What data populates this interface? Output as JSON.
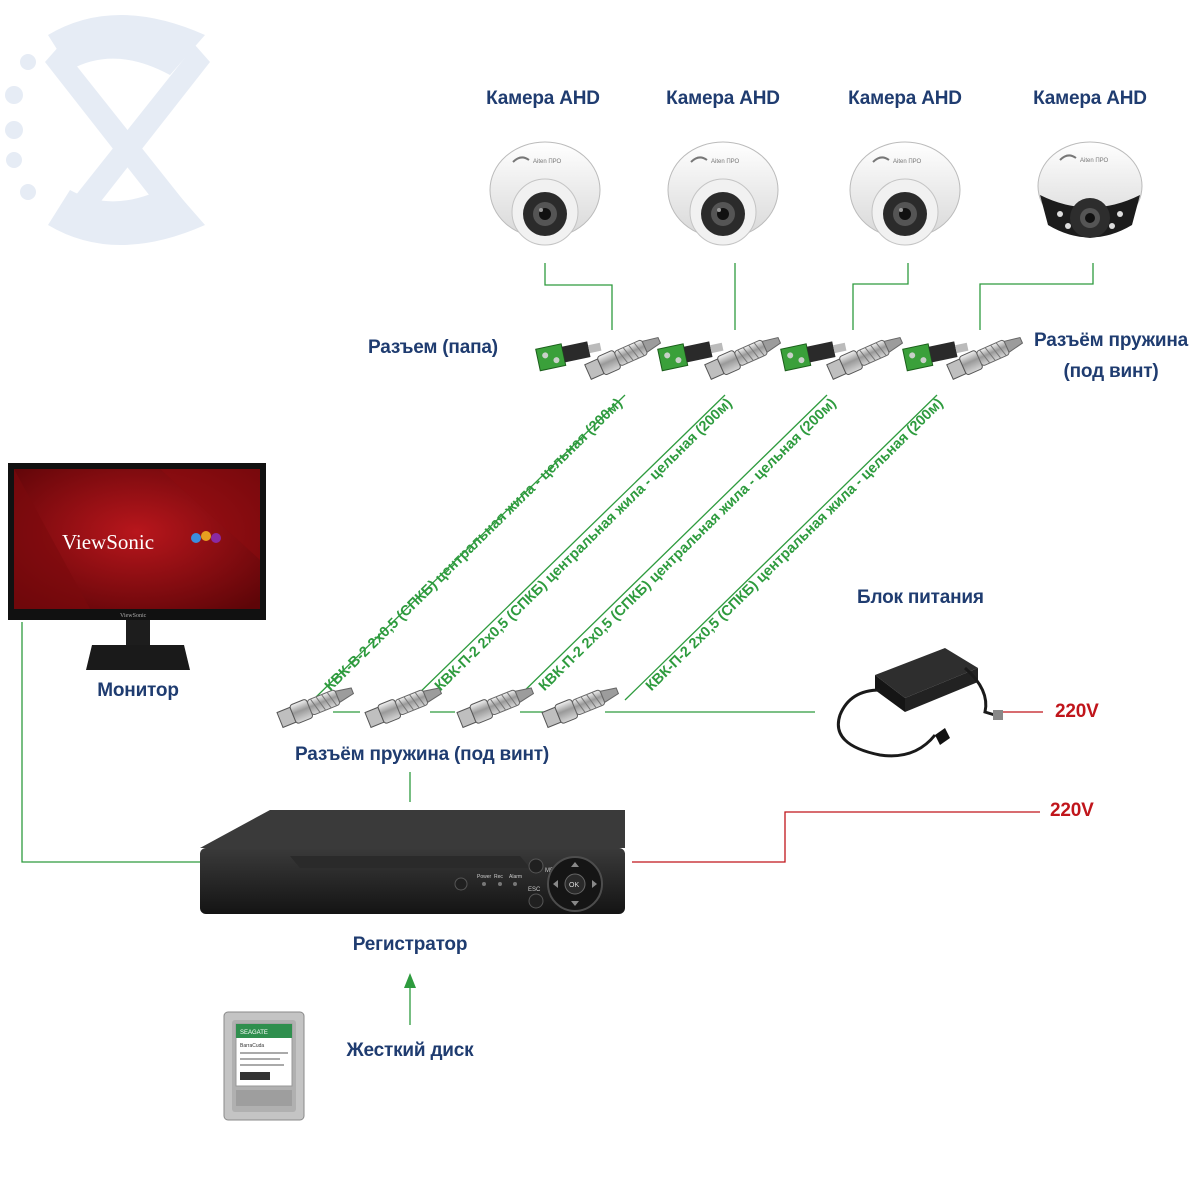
{
  "cameras": [
    {
      "label": "Камера AHD",
      "brand": "Aiten ПРО"
    },
    {
      "label": "Камера AHD",
      "brand": "Aiten ПРО"
    },
    {
      "label": "Камера AHD",
      "brand": "Aiten ПРО"
    },
    {
      "label": "Камера AHD",
      "brand": "Aiten ПРО"
    }
  ],
  "labels": {
    "plug_male": "Разъем (папа)",
    "spring_connector_right_line1": "Разъём пружина",
    "spring_connector_right_line2": "(под винт)",
    "spring_connector_bottom": "Разъём пружина (под винт)",
    "power_supply": "Блок питания",
    "voltage_psu": "220V",
    "voltage_dvr": "220V",
    "monitor": "Монитор",
    "recorder": "Регистратор",
    "hdd": "Жесткий диск"
  },
  "cables": [
    "КВК-В-2 2х0,5 (СПКБ) центральная жила - цельная (200м)",
    "КВК-П-2 2х0,5 (СПКБ) центральная жила - цельная (200м)",
    "КВК-П-2 2х0,5 (СПКБ) центральная жила - цельная (200м)",
    "КВК-П-2 2х0,5 (СПКБ) центральная жила - цельная (200м)"
  ],
  "monitor": {
    "brand": "ViewSonic",
    "bezel_brand": "ViewSonic"
  },
  "dvr": {
    "buttons": [
      "MENU",
      "ESC",
      "OK"
    ],
    "leds": [
      "Power",
      "Rec",
      "Alarm"
    ]
  },
  "hdd": {
    "brand": "SEAGATE",
    "model": "BarraCuda"
  },
  "colors": {
    "label": "#1f3c70",
    "cable": "#2e9b3e",
    "mains": "#c0151b",
    "logo": "#e6ecf5"
  }
}
